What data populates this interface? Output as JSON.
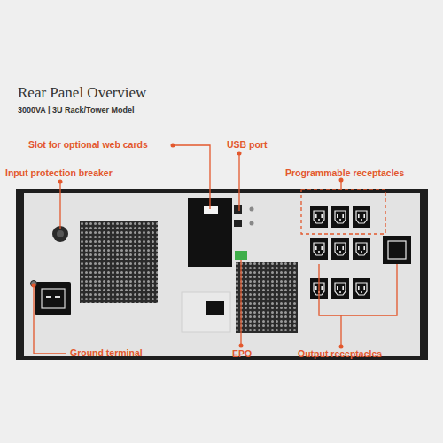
{
  "diagram": {
    "title": "Rear Panel Overview",
    "labels": [
      "3000VA | 3U Rack/Tower Model",
      "Slot for optional web cards",
      "USB port",
      "Input protection breaker",
      "Programmable receptacles",
      "Ground terminal",
      "EPO",
      "Output receptacles"
    ]
  }
}
